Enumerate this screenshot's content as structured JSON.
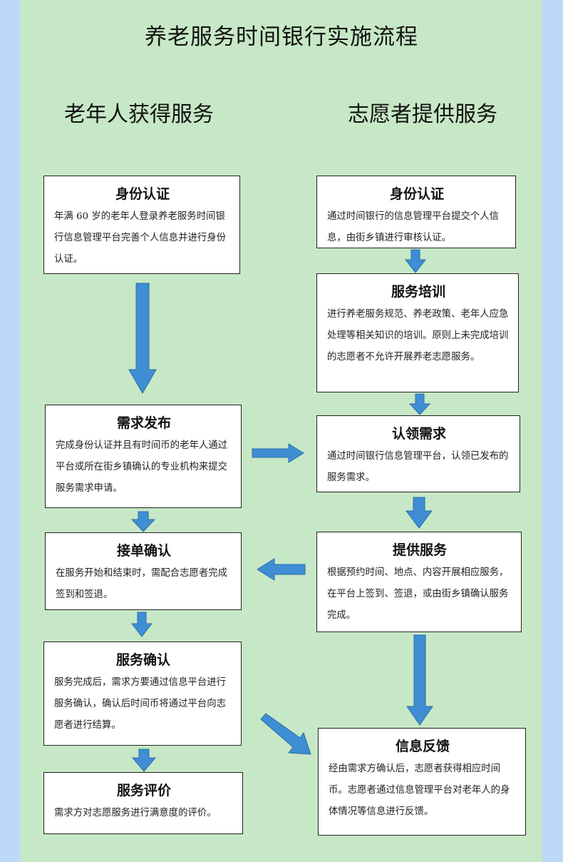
{
  "title": "养老服务时间银行实施流程",
  "columns": {
    "left": "老年人获得服务",
    "right": "志愿者提供服务"
  },
  "left_steps": [
    {
      "title": "身份认证",
      "text": "年满 60 岁的老年人登录养老服务时间银行信息管理平台完善个人信息并进行身份认证。"
    },
    {
      "title": "需求发布",
      "text": "完成身份认证并且有时间币的老年人通过平台或所在街乡镇确认的专业机构来提交服务需求申请。"
    },
    {
      "title": "接单确认",
      "text": "在服务开始和结束时，需配合志愿者完成签到和签退。"
    },
    {
      "title": "服务确认",
      "text": "服务完成后，需求方要通过信息平台进行服务确认，确认后时间币将通过平台向志愿者进行结算。"
    },
    {
      "title": "服务评价",
      "text": "需求方对志愿服务进行满意度的评价。"
    }
  ],
  "right_steps": [
    {
      "title": "身份认证",
      "text": "通过时间银行的信息管理平台提交个人信息，由街乡镇进行审核认证。"
    },
    {
      "title": "服务培训",
      "text": "进行养老服务规范、养老政策、老年人应急处理等相关知识的培训。原则上未完成培训的志愿者不允许开展养老志愿服务。"
    },
    {
      "title": "认领需求",
      "text": "通过时间银行信息管理平台，认领已发布的服务需求。"
    },
    {
      "title": "提供服务",
      "text": "根据预约时间、地点、内容开展相应服务，在平台上签到、签退，或由街乡镇确认服务完成。"
    },
    {
      "title": "信息反馈",
      "text": "经由需求方确认后，志愿者获得相应时间币。志愿者通过信息管理平台对老年人的身体情况等信息进行反馈。"
    }
  ]
}
